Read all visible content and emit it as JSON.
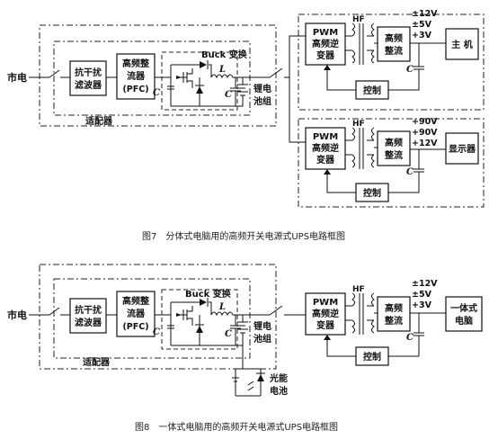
{
  "fig7": {
    "mains": "市电",
    "emi": [
      "抗干扰",
      "滤波器"
    ],
    "pfc": [
      "高频整",
      "流器",
      "(PFC)"
    ],
    "buck": "Buck 变换",
    "inductor": "L",
    "cap": "C",
    "battery": [
      "锂电",
      "池组"
    ],
    "adapter": "适配器",
    "host": {
      "hf": "HF",
      "pwm": [
        "PWM",
        "高频逆",
        "变器"
      ],
      "rect": [
        "高频",
        "整流"
      ],
      "volts": [
        "±12V",
        "±5V",
        "+3V"
      ],
      "cap": "C",
      "ctrl": "控制",
      "load": "主 机"
    },
    "display": {
      "hf": "HF",
      "pwm": [
        "PWM",
        "高频逆",
        "变器"
      ],
      "rect": [
        "高频",
        "整流"
      ],
      "volts": [
        "+90V",
        "+90V",
        "+12V"
      ],
      "cap": "C",
      "ctrl": "控制",
      "load": "显示器"
    },
    "caption": "图7　分体式电脑用的高频开关电源式UPS电路框图"
  },
  "fig8": {
    "mains": "市电",
    "emi": [
      "抗干扰",
      "滤波器"
    ],
    "pfc": [
      "高频整",
      "流器",
      "(PFC)"
    ],
    "buck": "Buck 变换",
    "inductor": "L",
    "cap": "C",
    "battery": [
      "锂电",
      "池组"
    ],
    "adapter": "适配器",
    "hf": "HF",
    "pwm": [
      "PWM",
      "高频逆",
      "变器"
    ],
    "rect": [
      "高频",
      "整流"
    ],
    "volts": [
      "±12V",
      "±5V",
      "+3V"
    ],
    "cap2": "C",
    "ctrl": "控制",
    "load": [
      "一体式",
      "电脑"
    ],
    "solar": [
      "光能",
      "电池"
    ],
    "caption": "图8　一体式电脑用的高频开关电源式UPS电路框图"
  }
}
